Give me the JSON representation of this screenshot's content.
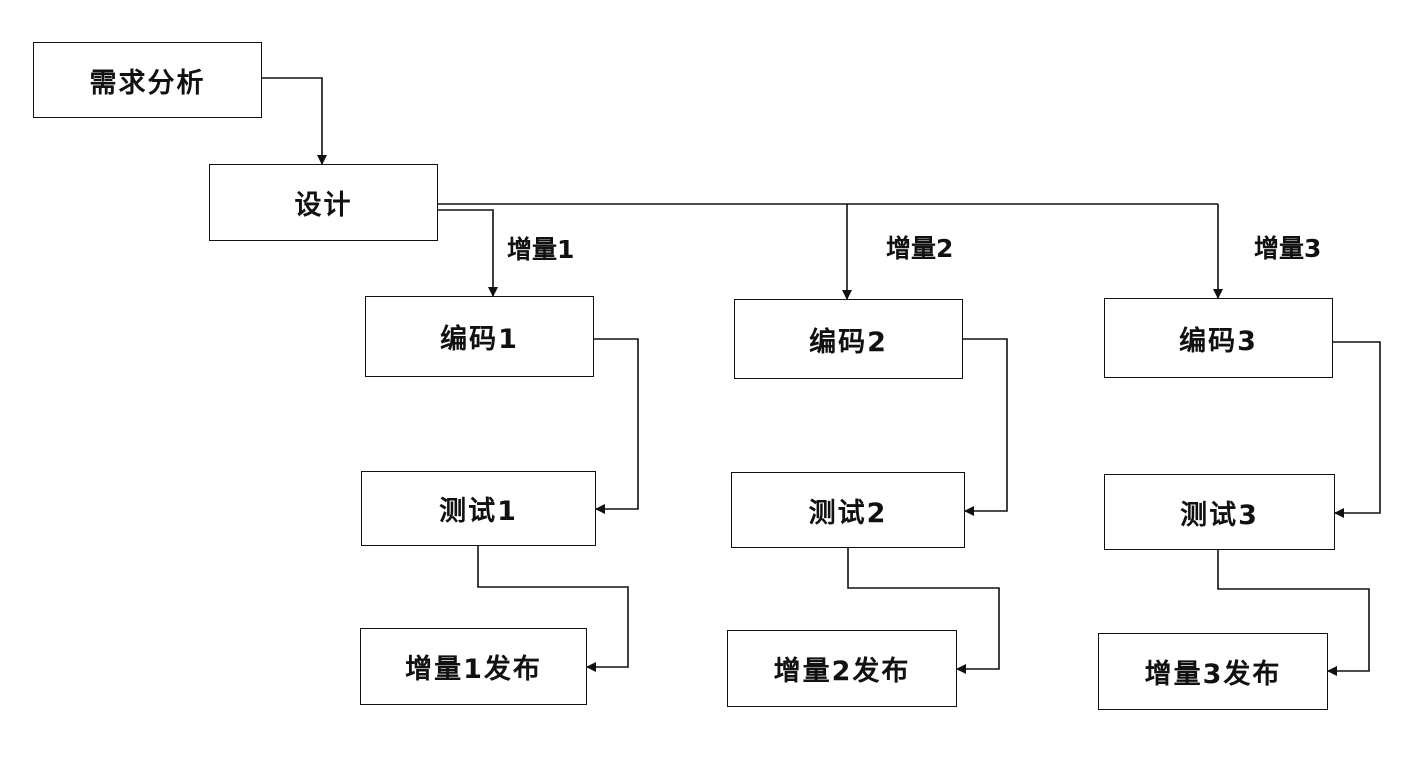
{
  "nodes": {
    "requirements": "需求分析",
    "design": "设计",
    "coding_1": "编码1",
    "coding_2": "编码2",
    "coding_3": "编码3",
    "test_1": "测试1",
    "test_2": "测试2",
    "test_3": "测试3",
    "release_1": "增量1发布",
    "release_2": "增量2发布",
    "release_3": "增量3发布"
  },
  "increment_labels": [
    "增量1",
    "增量2",
    "增量3"
  ],
  "colors": {
    "line": "#111111",
    "box_border": "#111111",
    "background": "#ffffff"
  }
}
